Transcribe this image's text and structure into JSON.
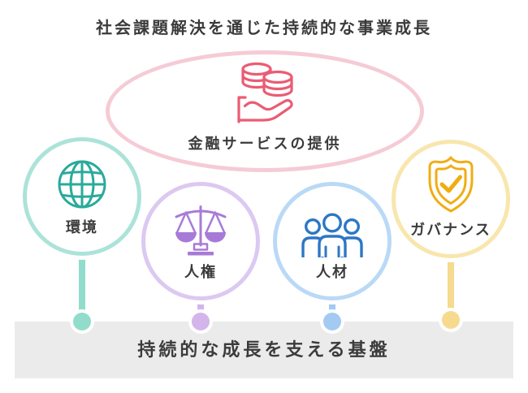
{
  "diagram": {
    "title": "社会課題解決を通じた持続的な事業成長",
    "ellipse": {
      "label": "金融サービスの提供",
      "icon": "coins-in-hand-icon",
      "border_color": "#f5cbd6",
      "icon_color": "#ea5c74"
    },
    "circles": [
      {
        "id": "environment",
        "label": "環境",
        "icon": "globe-icon",
        "border_color": "#ace3d9",
        "icon_color": "#2aaa9b",
        "stem_color": "#92dccb"
      },
      {
        "id": "human-rights",
        "label": "人権",
        "icon": "scales-icon",
        "border_color": "#dcc9f1",
        "icon_color": "#a87ad8",
        "stem_color": "#d3b5ec"
      },
      {
        "id": "human-resources",
        "label": "人材",
        "icon": "people-icon",
        "border_color": "#bad9f6",
        "icon_color": "#2d77c4",
        "stem_color": "#a3caf1"
      },
      {
        "id": "governance",
        "label": "ガバナンス",
        "icon": "shield-check-icon",
        "border_color": "#f8e6ad",
        "icon_color": "#f0ad13",
        "stem_color": "#f6da8e"
      }
    ],
    "base_bar": {
      "label": "持続的な成長を支える基盤",
      "background": "#ebebeb"
    },
    "text_color": "#3b3b3b"
  }
}
